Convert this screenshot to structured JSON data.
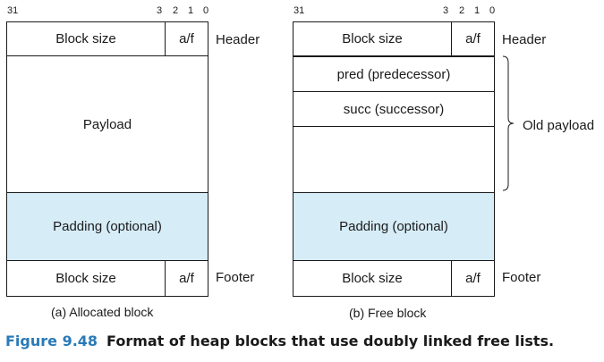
{
  "bits": {
    "high": "31",
    "b3": "3",
    "b2": "2",
    "b1": "1",
    "b0": "0"
  },
  "allocated": {
    "block_size": "Block size",
    "af": "a/f",
    "payload": "Payload",
    "padding": "Padding (optional)",
    "footer_block_size": "Block size",
    "footer_af": "a/f",
    "header_label": "Header",
    "footer_label": "Footer",
    "caption": "(a) Allocated block"
  },
  "free": {
    "block_size": "Block size",
    "af": "a/f",
    "pred": "pred (predecessor)",
    "succ": "succ (successor)",
    "padding": "Padding (optional)",
    "footer_block_size": "Block size",
    "footer_af": "a/f",
    "header_label": "Header",
    "old_payload_label": "Old payload",
    "footer_label": "Footer",
    "caption": "(b) Free block"
  },
  "figure": {
    "number": "Figure 9.48",
    "title": "Format of heap blocks that use doubly linked free lists."
  },
  "colors": {
    "padding_fill": "#d6ecf7",
    "figure_number": "#2a7ab8"
  }
}
